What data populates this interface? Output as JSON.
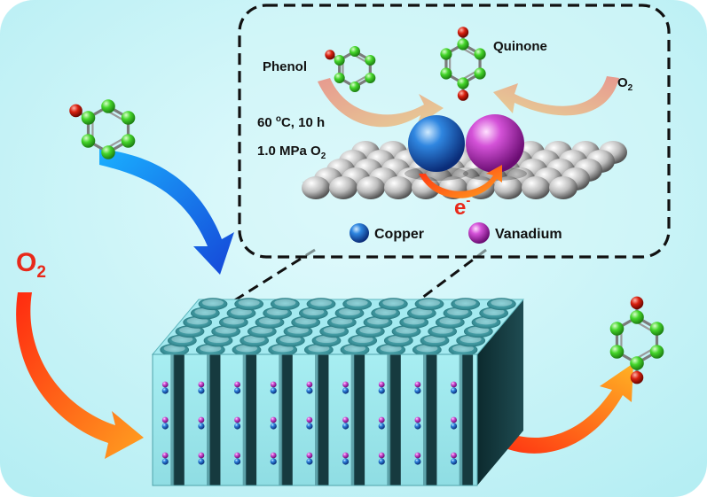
{
  "labels": {
    "phenol": "Phenol",
    "quinone": "Quinone",
    "o2_inset_base": "O",
    "o2_inset_sub": "2",
    "temp_time_prefix": "60 ",
    "temp_time_sup": "o",
    "temp_time_suffix": "C, 10 h",
    "pressure_base": "1.0 MPa O",
    "pressure_sub": "2",
    "electron_base": "e",
    "electron_sup": "-",
    "o2_big_base": "O",
    "o2_big_sub": "2"
  },
  "legend": [
    {
      "label": "Copper",
      "icon": "copper-atom-icon",
      "color": "#1f6fd6"
    },
    {
      "label": "Vanadium",
      "icon": "vanadium-atom-icon",
      "color": "#cc3fd0"
    }
  ],
  "colors": {
    "background": "#c9f3f7",
    "framework": "#9fe7ec",
    "framework_shadow": "#0e2e33",
    "carbon_atom": "#39d021",
    "oxygen_atom": "#d01a10",
    "arrow_warm": "#ff3a12",
    "arrow_cool": "#1a8cf0"
  }
}
